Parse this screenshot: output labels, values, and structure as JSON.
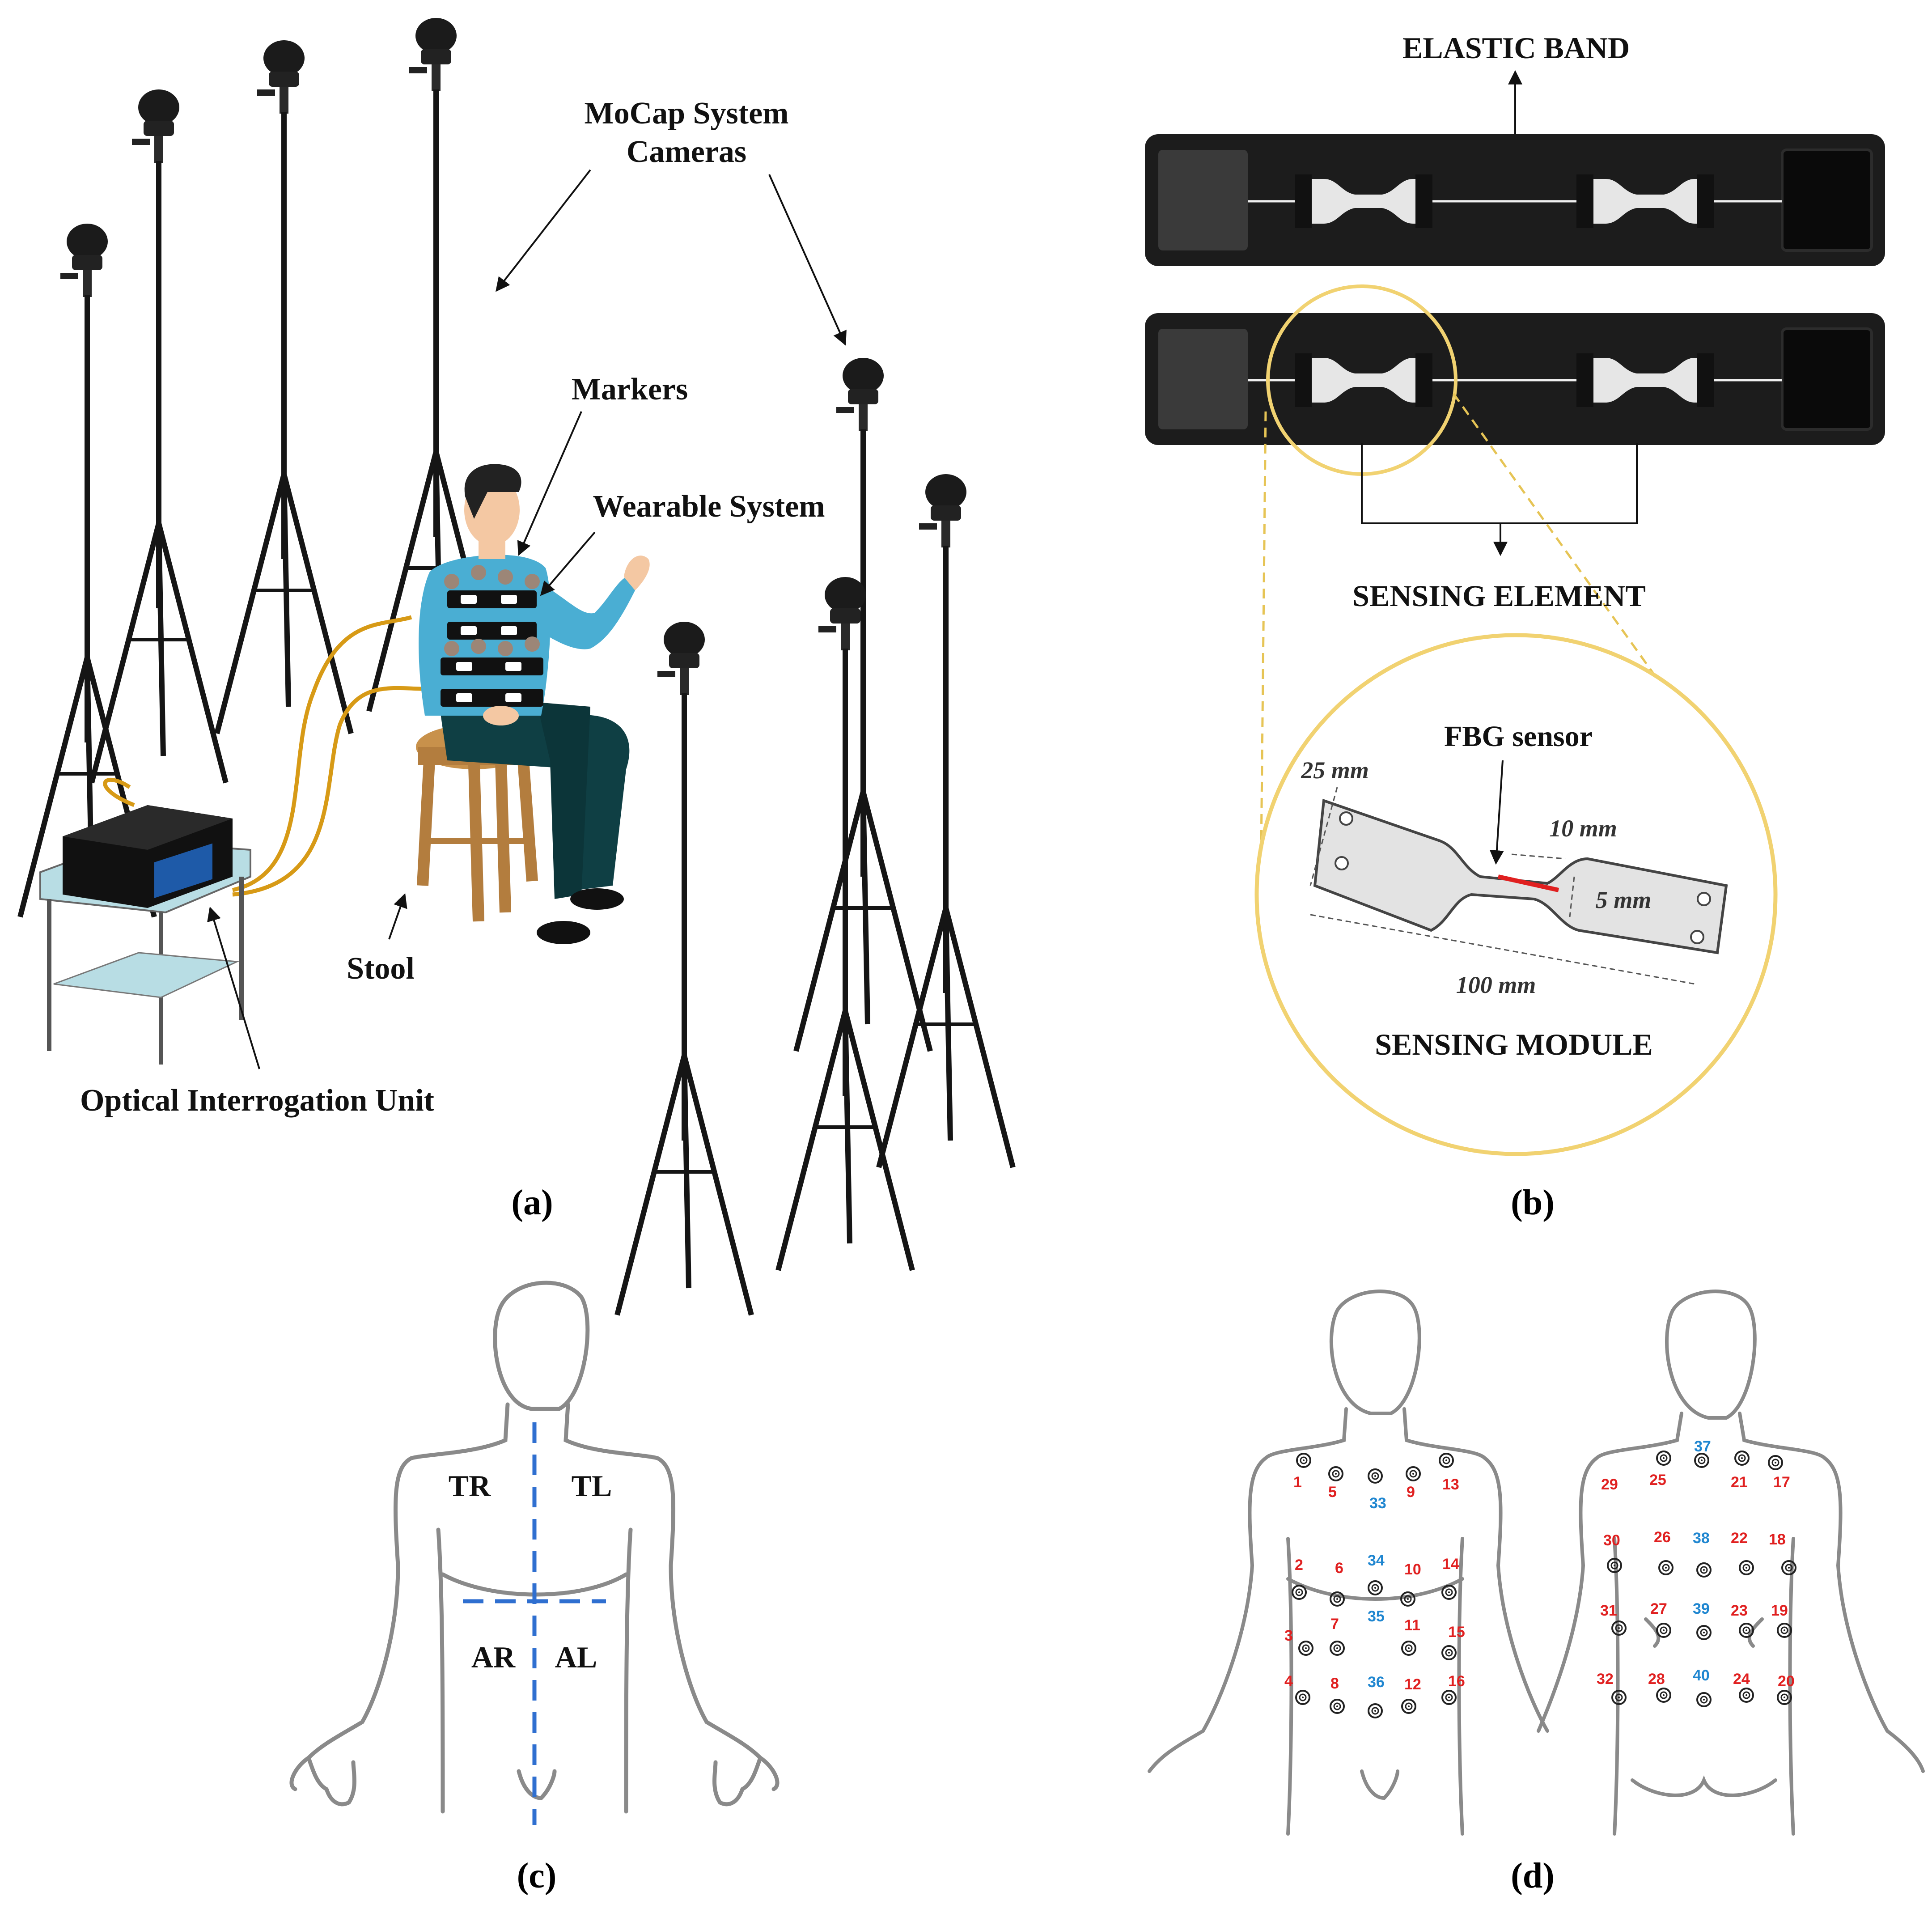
{
  "panel_a": {
    "subcaption": "(a)",
    "labels": {
      "mocap_line1": "MoCap System",
      "mocap_line2": "Cameras",
      "markers": "Markers",
      "wearable": "Wearable System",
      "stool": "Stool",
      "optical": "Optical Interrogation Unit"
    }
  },
  "panel_b": {
    "subcaption": "(b)",
    "labels": {
      "elastic_band": "ELASTIC BAND",
      "sensing_element": "SENSING ELEMENT",
      "sensing_module": "SENSING MODULE",
      "fbg_sensor": "FBG sensor"
    },
    "dimensions": {
      "width_25": "25 mm",
      "length_10": "10 mm",
      "width_5": "5 mm",
      "length_100": "100 mm"
    }
  },
  "panel_c": {
    "subcaption": "(c)",
    "quadrants": {
      "tr": "TR",
      "tl": "TL",
      "ar": "AR",
      "al": "AL"
    },
    "colors": {
      "divider": "#2f6fd0",
      "outline": "#8a8a8a"
    }
  },
  "panel_d": {
    "subcaption": "(d)",
    "front_markers": {
      "red": [
        "1",
        "2",
        "3",
        "4",
        "5",
        "6",
        "7",
        "8",
        "9",
        "10",
        "11",
        "12",
        "13",
        "14",
        "15",
        "16"
      ],
      "blue": [
        "33",
        "34",
        "35",
        "36"
      ]
    },
    "back_markers": {
      "red": [
        "17",
        "18",
        "19",
        "20",
        "21",
        "22",
        "23",
        "24",
        "25",
        "26",
        "27",
        "28",
        "29",
        "30",
        "31",
        "32"
      ],
      "blue": [
        "37",
        "38",
        "39",
        "40"
      ]
    },
    "colors": {
      "red": "#e02020",
      "blue": "#1f86d0"
    }
  }
}
